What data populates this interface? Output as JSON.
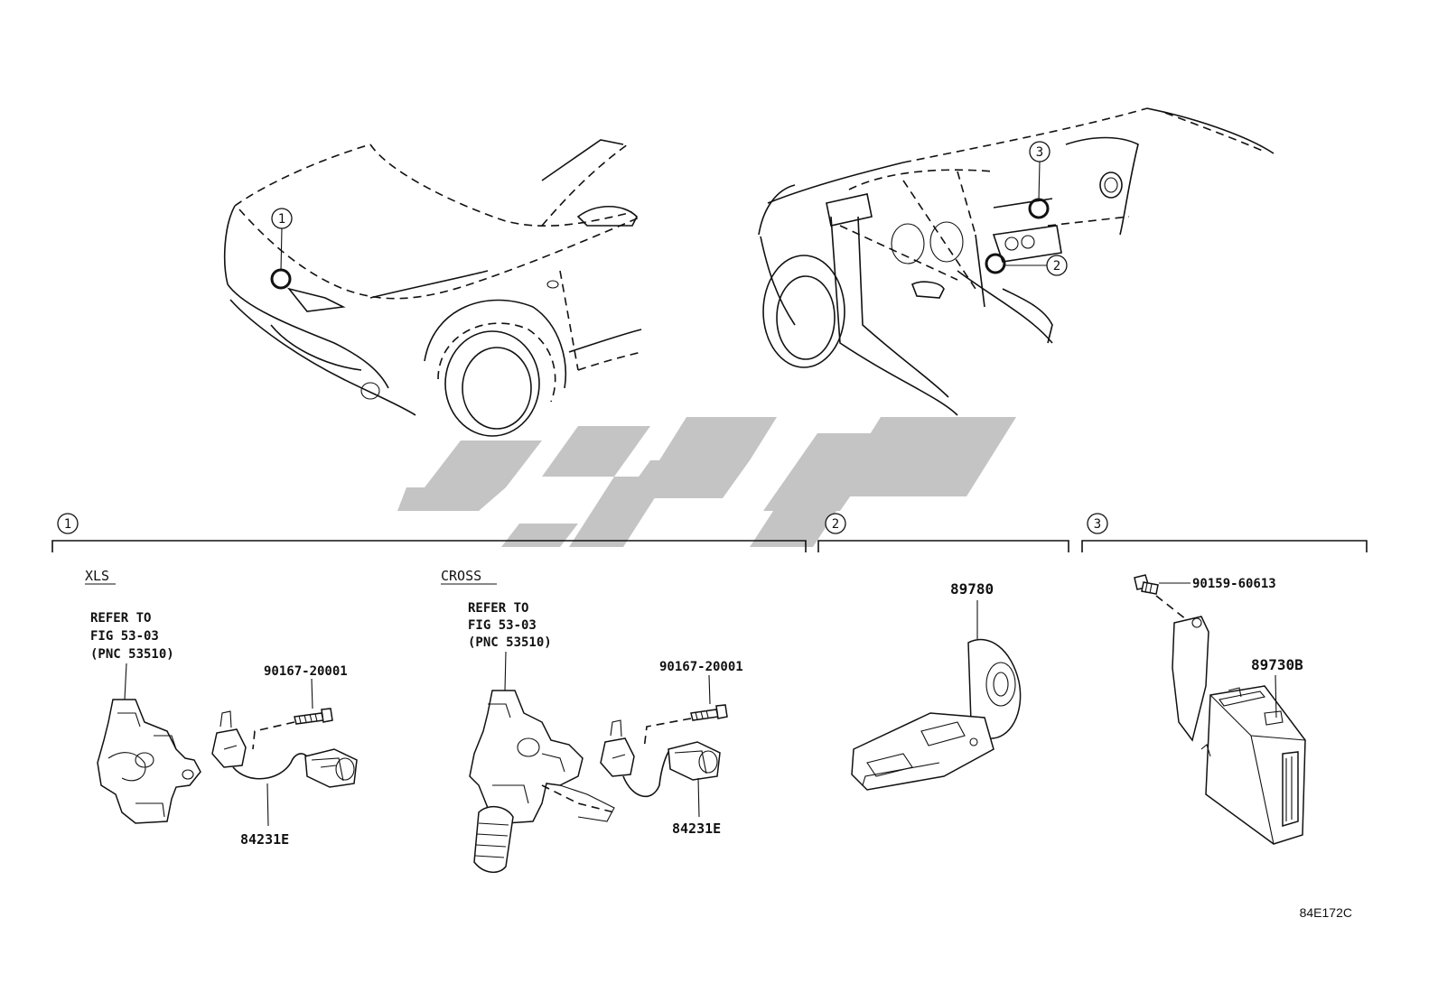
{
  "sections": [
    {
      "marker": "1"
    },
    {
      "marker": "2"
    },
    {
      "marker": "3"
    }
  ],
  "callouts": {
    "c1": "1",
    "c2": "2",
    "c3": "3"
  },
  "xls": {
    "heading": "XLS",
    "refer": [
      "REFER TO",
      "FIG 53-03",
      "(PNC 53510)"
    ],
    "bolt_part": "90167-20001",
    "switch_part": "84231E"
  },
  "cross": {
    "heading": "CROSS",
    "refer": [
      "REFER TO",
      "FIG 53-03",
      "(PNC 53510)"
    ],
    "bolt_part": "90167-20001",
    "switch_part": "84231E"
  },
  "horn": {
    "part": "89780"
  },
  "ecu": {
    "bolt_part": "90159-60613",
    "unit_part": "89730B"
  },
  "figure_code": "84E172C",
  "colors": {
    "ink": "#111111",
    "watermark": "#c4c4c4"
  }
}
